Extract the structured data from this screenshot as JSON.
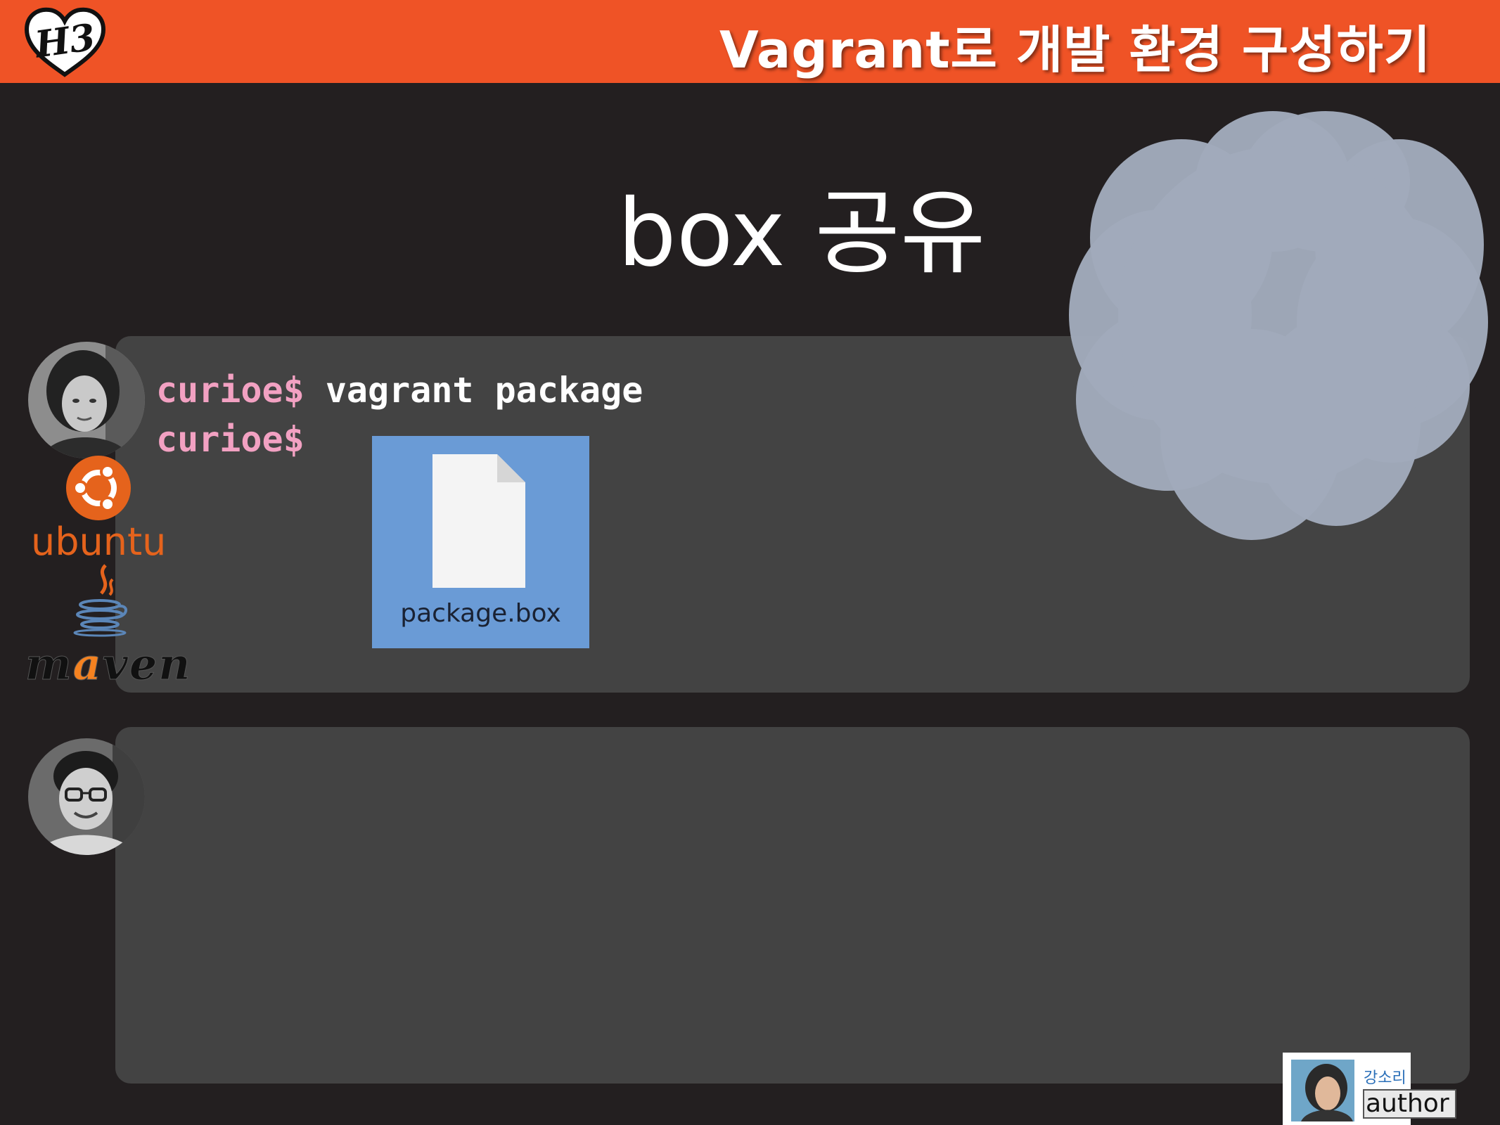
{
  "header": {
    "logo_text": "H3",
    "deck_title": "Vagrant로 개발 환경 구성하기",
    "accent_color": "#ef5326"
  },
  "slide": {
    "title": "box 공유"
  },
  "terminal": {
    "lines": [
      {
        "prompt": "curioe$",
        "command": " vagrant package"
      },
      {
        "prompt": "curioe$",
        "command": ""
      }
    ],
    "prompt_color": "#f2a1c2"
  },
  "file": {
    "name": "package.box",
    "icon": "document-icon"
  },
  "sidebar": {
    "ubuntu_label": "ubuntu",
    "java_icon": "java-cup-icon",
    "maven_label_pre": "m",
    "maven_label_a": "a",
    "maven_label_post": "ven"
  },
  "author_badge": {
    "name": "강소리",
    "role": "author"
  },
  "decor": {
    "cloud_color": "#a1aabb",
    "panel_color": "#434343"
  }
}
